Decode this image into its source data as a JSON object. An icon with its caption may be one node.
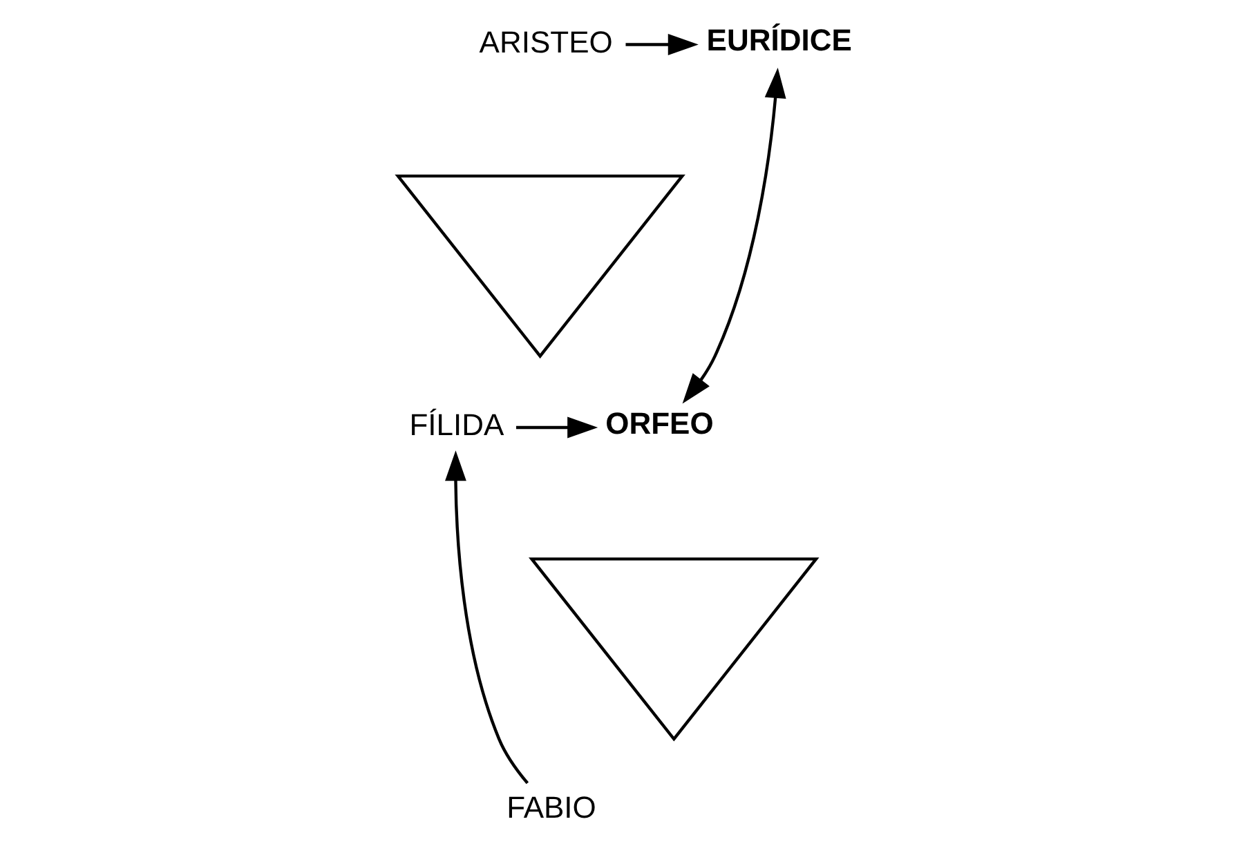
{
  "diagram": {
    "nodes": [
      {
        "text": [
          "ARISTEO"
        ]
      },
      {
        "text": [
          "EURÍDICE"
        ]
      },
      {
        "text": [],
        "shape": "triangle"
      },
      {
        "text": [
          "ORFEO"
        ]
      },
      {
        "text": [
          "FÍLIDA"
        ]
      },
      {
        "text": [],
        "shape": "triangle"
      },
      {
        "text": [
          "FABIO"
        ]
      }
    ],
    "edges": [
      {
        "from": 0,
        "to": 1,
        "arrow": "to"
      },
      {
        "from": 1,
        "to": 3,
        "arrow": "both"
      },
      {
        "from": 4,
        "to": 3,
        "arrow": "to"
      },
      {
        "from": 6,
        "to": 4,
        "arrow": "to"
      }
    ]
  }
}
